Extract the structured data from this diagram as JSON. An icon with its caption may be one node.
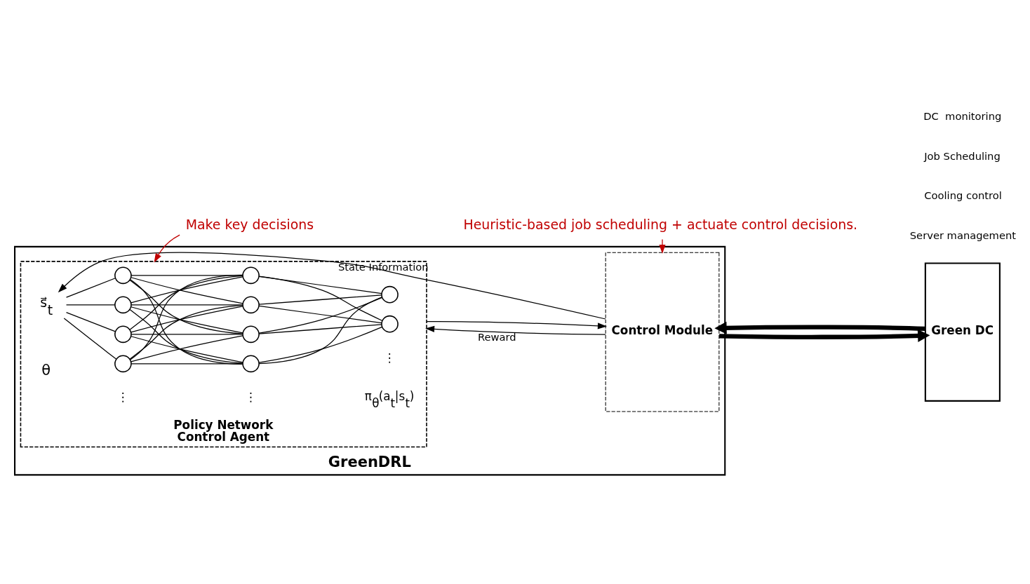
{
  "diagram": {
    "nodes": [
      {
        "text": [
          "GreenDRL"
        ]
      },
      {
        "text": [
          "Policy Network",
          "Control Agent"
        ],
        "in": 0
      },
      {
        "text": [
          "s⃗$_{t}$"
        ],
        "in": 1
      },
      {
        "text": [],
        "shape": "circle",
        "in": 1
      },
      {
        "text": [],
        "shape": "circle",
        "in": 1
      },
      {
        "text": [],
        "shape": "circle",
        "in": 1
      },
      {
        "text": [],
        "shape": "circle",
        "in": 1
      },
      {
        "text": [],
        "shape": "circle",
        "in": 1
      },
      {
        "text": [],
        "shape": "circle",
        "in": 1
      },
      {
        "text": [],
        "shape": "circle",
        "in": 1
      },
      {
        "text": [],
        "shape": "circle",
        "in": 1
      },
      {
        "text": [],
        "shape": "circle",
        "in": 1
      },
      {
        "text": [],
        "shape": "circle",
        "in": 1
      },
      {
        "text": [
          "Control Module"
        ],
        "in": 0
      },
      {
        "text": [
          "Green DC"
        ]
      },
      {
        "text": [
          "Make key decisions"
        ]
      },
      {
        "text": [
          "Heuristic-based job scheduling + actuate control decisions."
        ]
      }
    ],
    "edges": [
      {
        "from": 15,
        "to": 1,
        "arrow": "to",
        "color": "#c00000"
      },
      {
        "from": 16,
        "to": 13,
        "arrow": "to",
        "color": "#c00000"
      },
      {
        "from": 13,
        "to": 1,
        "arrow": "to",
        "label": "Reward"
      },
      {
        "from": 13,
        "to": 2,
        "arrow": "to",
        "label": "State Information"
      },
      {
        "from": 1,
        "to": 13,
        "arrow": "to"
      },
      {
        "from": 13,
        "to": 14,
        "arrow": "to",
        "style": "thick"
      },
      {
        "from": 14,
        "to": 13,
        "arrow": "to",
        "style": "thick"
      },
      {
        "from": 2,
        "to": 3,
        "arrow": "none"
      },
      {
        "from": 2,
        "to": 4,
        "arrow": "none"
      },
      {
        "from": 2,
        "to": 5,
        "arrow": "none"
      },
      {
        "from": 2,
        "to": 6,
        "arrow": "none"
      },
      {
        "from": 3,
        "to": 7,
        "arrow": "none"
      },
      {
        "from": 3,
        "to": 8,
        "arrow": "none"
      },
      {
        "from": 3,
        "to": 9,
        "arrow": "none"
      },
      {
        "from": 3,
        "to": 10,
        "arrow": "none"
      },
      {
        "from": 4,
        "to": 7,
        "arrow": "none"
      },
      {
        "from": 4,
        "to": 8,
        "arrow": "none"
      },
      {
        "from": 4,
        "to": 9,
        "arrow": "none"
      },
      {
        "from": 4,
        "to": 10,
        "arrow": "none"
      },
      {
        "from": 5,
        "to": 7,
        "arrow": "none"
      },
      {
        "from": 5,
        "to": 8,
        "arrow": "none"
      },
      {
        "from": 5,
        "to": 9,
        "arrow": "none"
      },
      {
        "from": 5,
        "to": 10,
        "arrow": "none"
      },
      {
        "from": 6,
        "to": 7,
        "arrow": "none"
      },
      {
        "from": 6,
        "to": 8,
        "arrow": "none"
      },
      {
        "from": 6,
        "to": 9,
        "arrow": "none"
      },
      {
        "from": 6,
        "to": 10,
        "arrow": "none"
      },
      {
        "from": 7,
        "to": 11,
        "arrow": "none"
      },
      {
        "from": 7,
        "to": 12,
        "arrow": "none"
      },
      {
        "from": 8,
        "to": 11,
        "arrow": "none"
      },
      {
        "from": 8,
        "to": 12,
        "arrow": "none"
      },
      {
        "from": 9,
        "to": 11,
        "arrow": "none"
      },
      {
        "from": 9,
        "to": 12,
        "arrow": "none"
      },
      {
        "from": 10,
        "to": 11,
        "arrow": "none"
      },
      {
        "from": 10,
        "to": 12,
        "arrow": "none"
      }
    ],
    "labels": [
      "⋮",
      "⋮",
      "⋮",
      "π$_{θ}$(a$_{t}$|s$_{t}$)",
      "θ",
      "Server management",
      "Cooling control",
      "Job Scheduling",
      "DC  monitoring"
    ]
  }
}
